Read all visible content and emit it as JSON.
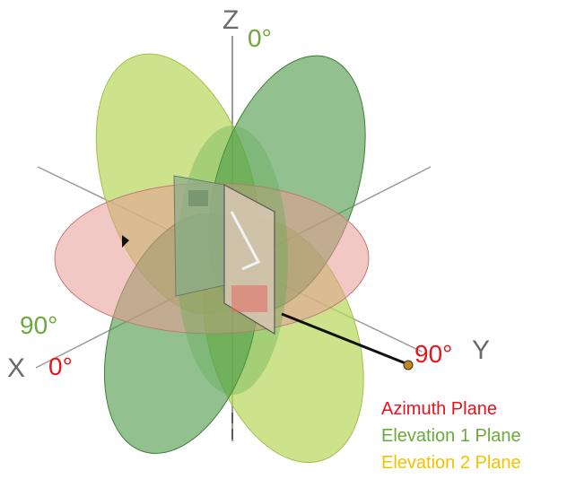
{
  "axes": {
    "z_label": "Z",
    "x_label": "X",
    "y_label": "Y"
  },
  "angles": {
    "elevation_top": "0°",
    "elevation_left": "90°",
    "azimuth_x": "0°",
    "azimuth_y": "90°"
  },
  "legend": [
    {
      "label": "Azimuth Plane",
      "color": "#e8141c"
    },
    {
      "label": "Elevation 1 Plane",
      "color": "#6aaa3a"
    },
    {
      "label": "Elevation 2 Plane",
      "color": "#f2c200"
    }
  ],
  "colors": {
    "azimuth_fill": "#e89b94",
    "elevation1_fill": "#4f9a4a",
    "elevation2_fill": "#b8d860",
    "axis_line": "#9a9a9a",
    "antenna_board": "#c8c0a8",
    "cable": "#111111"
  }
}
